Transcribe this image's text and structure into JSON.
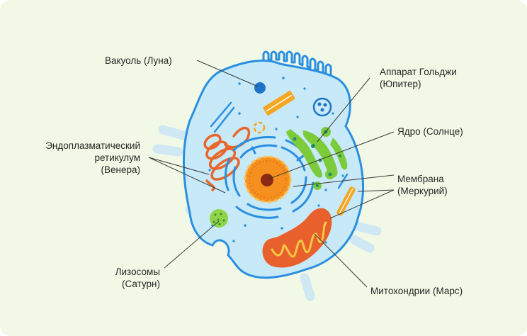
{
  "labels": {
    "vacuole": "Вакуоль (Луна)",
    "er": [
      "Эндоплазматический",
      "ретикулум",
      "(Венера)"
    ],
    "lysosomes": [
      "Лизосомы",
      "(Сатурн)"
    ],
    "golgi": [
      "Аппарат Гольджи",
      "(Юпитер)"
    ],
    "nucleus": "Ядро (Солнце)",
    "membrane": [
      "Мембрана",
      "(Меркурий)"
    ],
    "mitochondria": "Митохондрии (Марс)"
  },
  "colors": {
    "background": "#f1f9e6",
    "cytoplasm": "#c8e9f7",
    "membrane": "#2a8fe0",
    "ghost": "#cfe8f3",
    "nucleus": "#f5901e",
    "nucleolus": "#8a2a12",
    "er_rough": "#e8662a",
    "golgi": "#7ccb3a",
    "mitochondria": "#e8602c",
    "lysosome": "#8ed34a",
    "rod": "#f5a623",
    "leader": "#3a3a3a"
  }
}
